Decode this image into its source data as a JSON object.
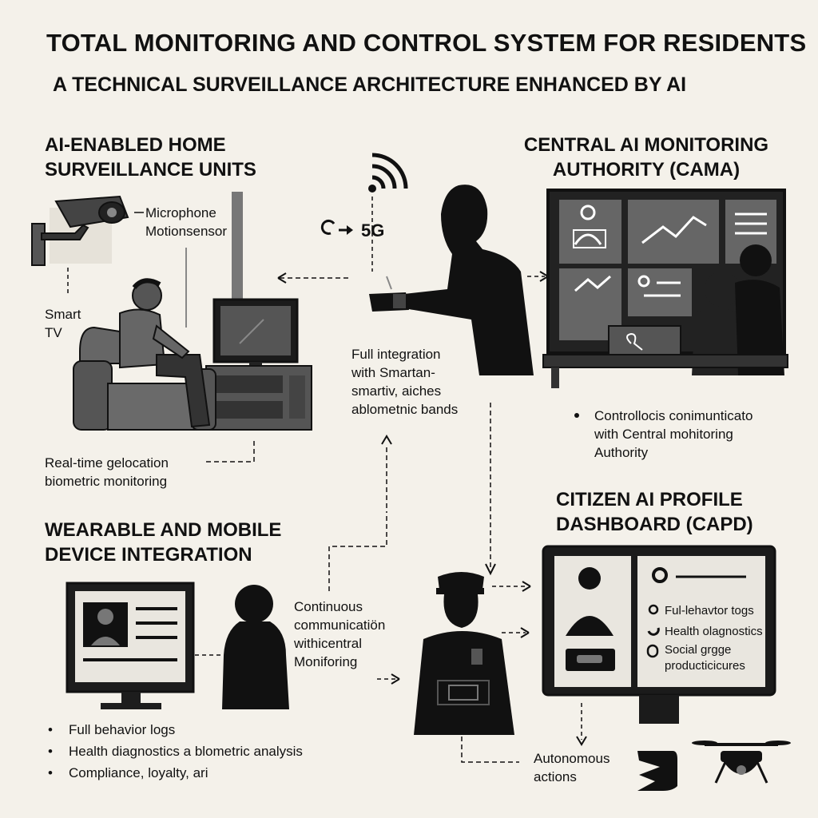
{
  "title": "TOTAL MONITORING AND CONTROL SYSTEM FOR RESIDENTS",
  "subtitle": "A TECHNICAL SURVEILLANCE ARCHITECTURE ENHANCED BY AI",
  "home": {
    "heading_line1": "AI-ENABLED HOME",
    "heading_line2": "SURVEILLANCE UNITS",
    "microphone": "Microphone",
    "motion_sensor": "Motionsensor",
    "smart_tv_line1": "Smart",
    "smart_tv_line2": "TV",
    "geo_line1": "Real-time gelocation",
    "geo_line2": "biometric monitoring"
  },
  "network": {
    "label": "5G",
    "integration_line1": "Full integration",
    "integration_line2": "with Smartan-",
    "integration_line3": "smartiv, aiches",
    "integration_line4": "ablometnic bands"
  },
  "cama": {
    "heading_line1": "CENTRAL AI MONITORING",
    "heading_line2": "AUTHORITY (CAMA)",
    "note_line1": "Controllocis conimunticato",
    "note_line2": "with Central mohitoring",
    "note_line3": "Authority"
  },
  "wearable": {
    "heading_line1": "WEARABLE AND MOBILE",
    "heading_line2": "DEVICE INTEGRATION",
    "comm_line1": "Continuous",
    "comm_line2": "communicatiön",
    "comm_line3": "withicentral",
    "comm_line4": "Moniforing",
    "bullets": [
      "Full behavior logs",
      "Health diagnostics a blometric analysis",
      "Compliance, loyalty, ari"
    ]
  },
  "capd": {
    "heading_line1": "CITIZEN AI PROFILE",
    "heading_line2": "DASHBOARD (CAPD)",
    "items": [
      "Ful-lehavtor togs",
      "Health olagnostics",
      "Social grgge",
      "producticicures"
    ]
  },
  "autonomous": {
    "line1": "Autonomous",
    "line2": "actions"
  }
}
